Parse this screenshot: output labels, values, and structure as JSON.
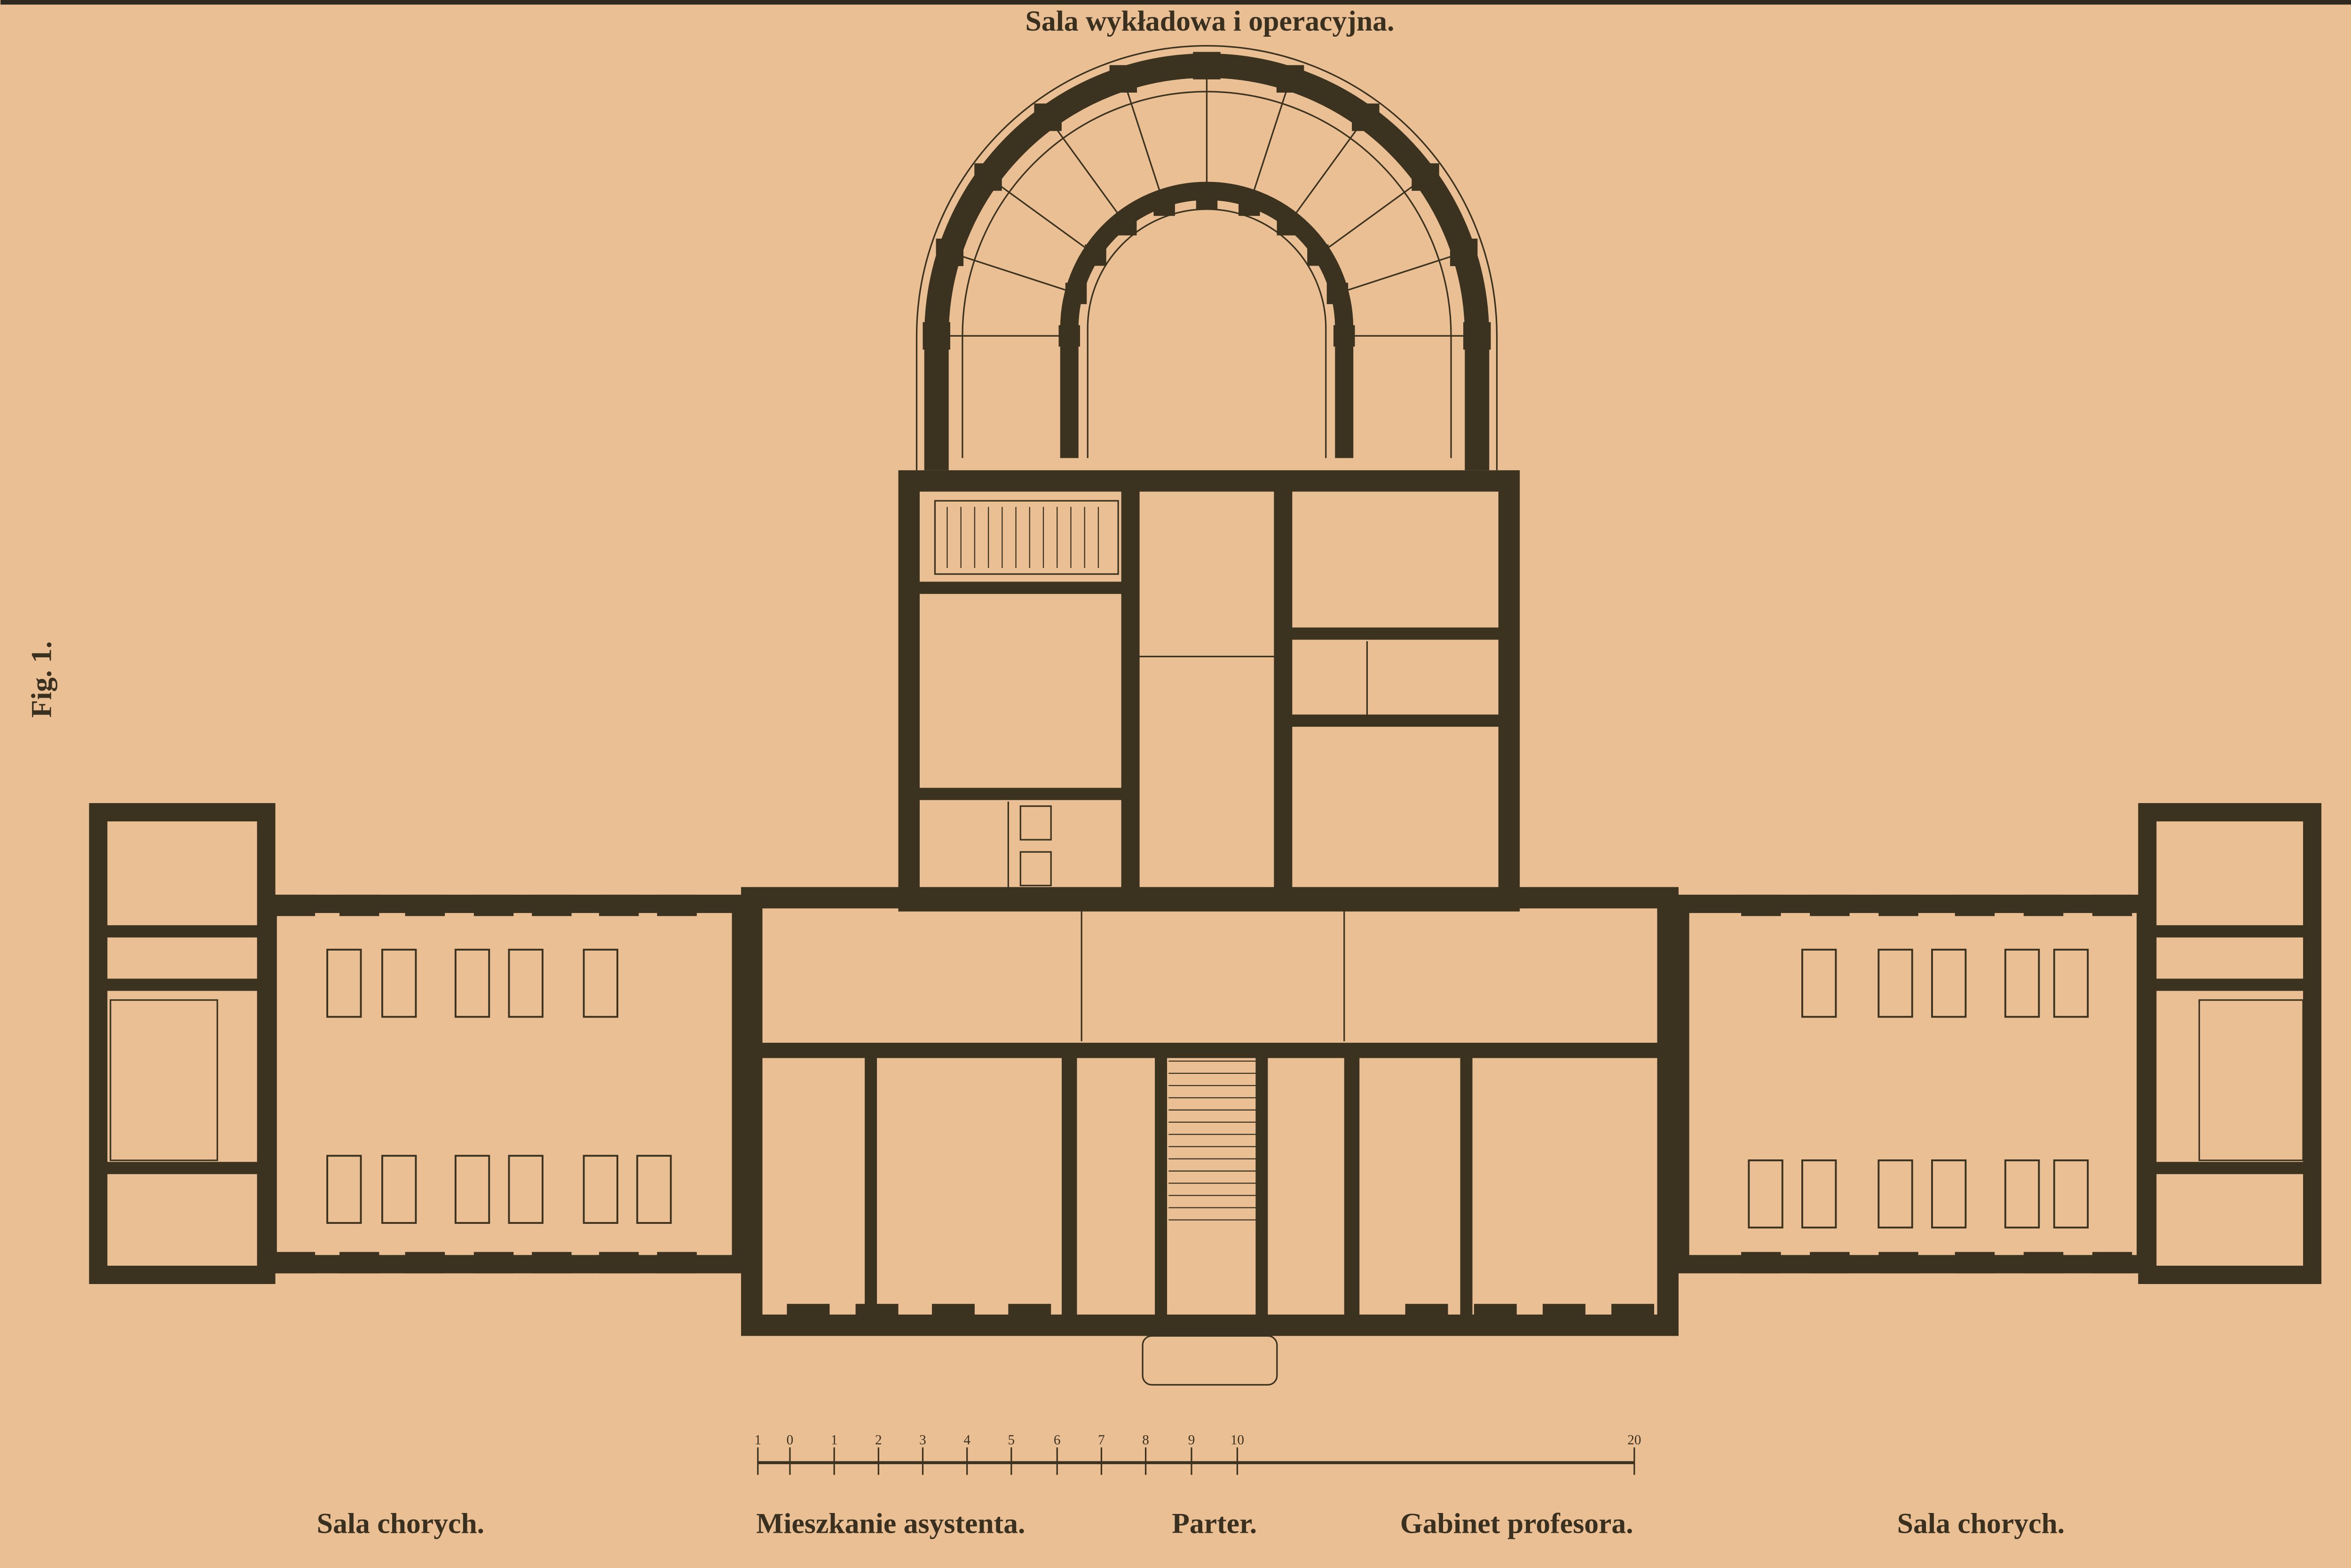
{
  "title": "Sala wykładowa i operacyjna.",
  "figure_label": "Fig. 1.",
  "bottom_labels": {
    "left_ward": "Sala chorych.",
    "assistant_flat": "Mieszkanie asystenta.",
    "floor": "Parter.",
    "professor_office": "Gabinet profesora.",
    "right_ward": "Sala chorych."
  },
  "scale_bar": {
    "tick_labels": [
      "1",
      "0",
      "1",
      "2",
      "3",
      "4",
      "5",
      "6",
      "7",
      "8",
      "9",
      "10",
      "20"
    ]
  },
  "colors": {
    "paper": "#eabf94",
    "ink": "#3b3320"
  }
}
